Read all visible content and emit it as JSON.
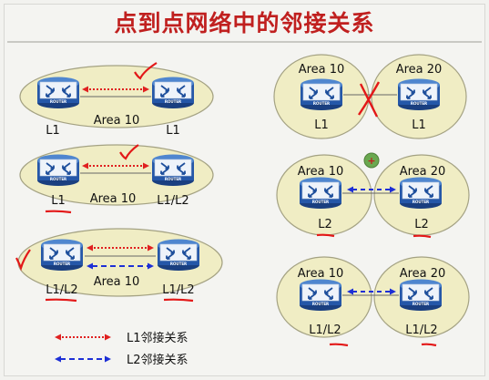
{
  "title": "点到点网络中的邻接关系",
  "router_label": "ROUTER",
  "colors": {
    "title": "#c0201f",
    "area_fill": "#f0edc4",
    "area_stroke": "#a4a283",
    "router_body": "#1e4f9c",
    "l1_link": "#e02020",
    "l2_link": "#1d2fd6",
    "annotation": "#e31818"
  },
  "left": {
    "diagrams": [
      {
        "area": "Area 10",
        "router_a": "L1",
        "router_b": "L1",
        "links": [
          "l1"
        ]
      },
      {
        "area": "Area 10",
        "router_a": "L1",
        "router_b": "L1/L2",
        "links": [
          "l1"
        ]
      },
      {
        "area": "Area 10",
        "router_a": "L1/L2",
        "router_b": "L1/L2",
        "links": [
          "l1",
          "l2"
        ]
      }
    ]
  },
  "right": {
    "diagrams": [
      {
        "area_a": "Area 10",
        "area_b": "Area 20",
        "router_a": "L1",
        "router_b": "L1",
        "link": "none"
      },
      {
        "area_a": "Area 10",
        "area_b": "Area 20",
        "router_a": "L2",
        "router_b": "L2",
        "link": "l2"
      },
      {
        "area_a": "Area 10",
        "area_b": "Area 20",
        "router_a": "L1/L2",
        "router_b": "L1/L2",
        "link": "l2"
      }
    ]
  },
  "legend": {
    "l1": "L1邻接关系",
    "l2": "L2邻接关系"
  },
  "cursor": "+"
}
